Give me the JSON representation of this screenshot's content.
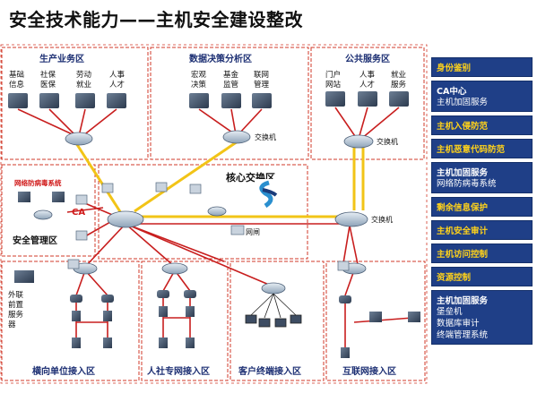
{
  "title": "安全技术能力——主机安全建设整改",
  "zones": {
    "production": "生产业务区",
    "data_analysis": "数据决策分析区",
    "public_service": "公共服务区",
    "core_switch": "核心交换区",
    "security_mgmt": "安全管理区",
    "vertical_access": "横向单位接入区",
    "social_security_access": "人社专网接入区",
    "client_access": "客户终端接入区",
    "internet_access": "互联网接入区"
  },
  "production_servers": [
    {
      "line1": "基础",
      "line2": "信息"
    },
    {
      "line1": "社保",
      "line2": "医保"
    },
    {
      "line1": "劳动",
      "line2": "就业"
    },
    {
      "line1": "人事",
      "line2": "人才"
    }
  ],
  "data_servers": [
    {
      "line1": "宏观",
      "line2": "决策"
    },
    {
      "line1": "基金",
      "line2": "监管"
    },
    {
      "line1": "联网",
      "line2": "管理"
    }
  ],
  "public_servers": [
    {
      "line1": "门户",
      "line2": "网站"
    },
    {
      "line1": "人事",
      "line2": "人才"
    },
    {
      "line1": "就业",
      "line2": "服务"
    }
  ],
  "labels": {
    "switch_data": "交换机",
    "switch_public": "交换机",
    "switch_core_right": "交换机",
    "gateway": "网闸",
    "ca": "CA",
    "antivirus": "网络防病毒系统",
    "frontend_server": "外联前置服务器"
  },
  "side_panel": [
    {
      "title": "身份鉴别",
      "lines": [],
      "style": "yellow"
    },
    {
      "title": "CA中心",
      "lines": [
        "主机加固服务"
      ],
      "style": "white"
    },
    {
      "title": "主机入侵防范",
      "lines": [],
      "style": "yellow"
    },
    {
      "title": "主机恶意代码防范",
      "lines": [],
      "style": "yellow"
    },
    {
      "title": "主机加固服务",
      "lines": [
        "网络防病毒系统"
      ],
      "style": "white"
    },
    {
      "title": "剩余信息保护",
      "lines": [],
      "style": "yellow"
    },
    {
      "title": "主机安全审计",
      "lines": [],
      "style": "yellow"
    },
    {
      "title": "主机访问控制",
      "lines": [],
      "style": "yellow"
    },
    {
      "title": "资源控制",
      "lines": [],
      "style": "yellow"
    },
    {
      "title": "主机加固服务",
      "lines": [
        "堡垒机",
        "数据库审计",
        "终端管理系统"
      ],
      "style": "white"
    }
  ],
  "colors": {
    "zone_border": "#d23a2a",
    "red_link": "#c81e1e",
    "yellow_link": "#f2c417",
    "blue_panel": "#1f3f87",
    "zone_label": "#1c2f73"
  }
}
